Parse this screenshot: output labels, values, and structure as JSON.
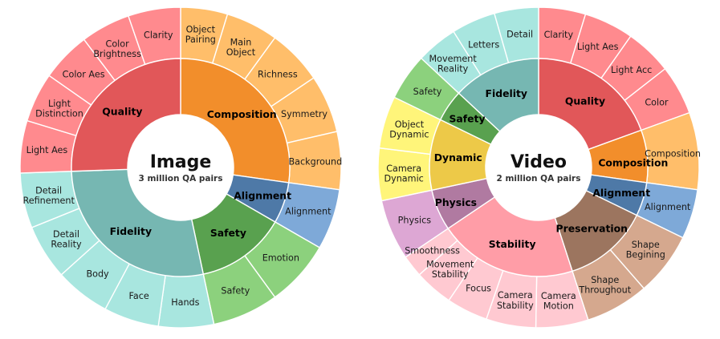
{
  "charts": [
    {
      "id": "image",
      "title": "Image",
      "subtitle": "3 million QA pairs",
      "inner": [
        {
          "label": "Composition",
          "color": "#F28E2B",
          "start": 0,
          "end": 98
        },
        {
          "label": "Alignment",
          "color": "#4E79A7",
          "start": 98,
          "end": 120
        },
        {
          "label": "Safety",
          "color": "#59A14F",
          "start": 120,
          "end": 168
        },
        {
          "label": "Fidelity",
          "color": "#76B7B2",
          "start": 168,
          "end": 268
        },
        {
          "label": "Quality",
          "color": "#E15759",
          "start": 268,
          "end": 360
        }
      ],
      "outer": [
        {
          "label": "Object\nPairing",
          "color": "#FFBE6A",
          "start": 0,
          "end": 17
        },
        {
          "label": "Main\nObject",
          "color": "#FFBE6A",
          "start": 17,
          "end": 36
        },
        {
          "label": "Richness",
          "color": "#FFBE6A",
          "start": 36,
          "end": 56
        },
        {
          "label": "Symmetry",
          "color": "#FFBE6A",
          "start": 56,
          "end": 77
        },
        {
          "label": "Background",
          "color": "#FFBE6A",
          "start": 77,
          "end": 98
        },
        {
          "label": "Alignment",
          "color": "#7EA9D8",
          "start": 98,
          "end": 120
        },
        {
          "label": "Emotion",
          "color": "#8CD17D",
          "start": 120,
          "end": 144
        },
        {
          "label": "Safety",
          "color": "#8CD17D",
          "start": 144,
          "end": 168
        },
        {
          "label": "Hands",
          "color": "#A8E6DF",
          "start": 168,
          "end": 188
        },
        {
          "label": "Face",
          "color": "#A8E6DF",
          "start": 188,
          "end": 208
        },
        {
          "label": "Body",
          "color": "#A8E6DF",
          "start": 208,
          "end": 228
        },
        {
          "label": "Detail\nReality",
          "color": "#A8E6DF",
          "start": 228,
          "end": 248
        },
        {
          "label": "Detail\nRefinement",
          "color": "#A8E6DF",
          "start": 248,
          "end": 268
        },
        {
          "label": "Light Aes",
          "color": "#FF8A8E",
          "start": 268,
          "end": 287
        },
        {
          "label": "Light\nDistinction",
          "color": "#FF8A8E",
          "start": 287,
          "end": 305
        },
        {
          "label": "Color Aes",
          "color": "#FF8A8E",
          "start": 305,
          "end": 323
        },
        {
          "label": "Color\nBrightness",
          "color": "#FF8A8E",
          "start": 323,
          "end": 341
        },
        {
          "label": "Clarity",
          "color": "#FF8A8E",
          "start": 341,
          "end": 360
        }
      ]
    },
    {
      "id": "video",
      "title": "Video",
      "subtitle": "2 million QA pairs",
      "inner": [
        {
          "label": "Quality",
          "color": "#E15759",
          "start": 0,
          "end": 70
        },
        {
          "label": "Composition",
          "color": "#F28E2B",
          "start": 70,
          "end": 98
        },
        {
          "label": "Alignment",
          "color": "#4E79A7",
          "start": 98,
          "end": 116
        },
        {
          "label": "Preservation",
          "color": "#9C755F",
          "start": 116,
          "end": 162
        },
        {
          "label": "Stability",
          "color": "#FF9DA7",
          "start": 162,
          "end": 236
        },
        {
          "label": "Physics",
          "color": "#B07AA1",
          "start": 236,
          "end": 258
        },
        {
          "label": "Dynamic",
          "color": "#EDC948",
          "start": 258,
          "end": 296
        },
        {
          "label": "Safety",
          "color": "#59A14F",
          "start": 296,
          "end": 313
        },
        {
          "label": "Fidelity",
          "color": "#76B7B2",
          "start": 313,
          "end": 360
        }
      ],
      "outer": [
        {
          "label": "Clarity",
          "color": "#FF8A8E",
          "start": 0,
          "end": 17
        },
        {
          "label": "Light Aes",
          "color": "#FF8A8E",
          "start": 17,
          "end": 35
        },
        {
          "label": "Light Acc",
          "color": "#FF8A8E",
          "start": 35,
          "end": 52
        },
        {
          "label": "Color",
          "color": "#FF8A8E",
          "start": 52,
          "end": 70
        },
        {
          "label": "Composition",
          "color": "#FFBE6A",
          "start": 70,
          "end": 98
        },
        {
          "label": "Alignment",
          "color": "#7EA9D8",
          "start": 98,
          "end": 116
        },
        {
          "label": "Shape\nBegining",
          "color": "#D5A88E",
          "start": 116,
          "end": 139
        },
        {
          "label": "Shape\nThroughout",
          "color": "#D5A88E",
          "start": 139,
          "end": 162
        },
        {
          "label": "Camera\nMotion",
          "color": "#FFC9D1",
          "start": 162,
          "end": 181
        },
        {
          "label": "Camera\nStability",
          "color": "#FFC9D1",
          "start": 181,
          "end": 199
        },
        {
          "label": "Focus",
          "color": "#FFC9D1",
          "start": 199,
          "end": 214
        },
        {
          "label": "Movement\nStability",
          "color": "#FFC9D1",
          "start": 214,
          "end": 228
        },
        {
          "label": "Smoothness",
          "color": "#FFC9D1",
          "start": 228,
          "end": 236
        },
        {
          "label": "Physics",
          "color": "#DDA7D4",
          "start": 236,
          "end": 258
        },
        {
          "label": "Camera\nDynamic",
          "color": "#FFF57A",
          "start": 258,
          "end": 277
        },
        {
          "label": "Object\nDynamic",
          "color": "#FFF57A",
          "start": 277,
          "end": 296
        },
        {
          "label": "Safety",
          "color": "#8CD17D",
          "start": 296,
          "end": 313
        },
        {
          "label": "Movement\nReality",
          "color": "#A8E6DF",
          "start": 313,
          "end": 328
        },
        {
          "label": "Letters",
          "color": "#A8E6DF",
          "start": 328,
          "end": 344
        },
        {
          "label": "Detail",
          "color": "#A8E6DF",
          "start": 344,
          "end": 360
        }
      ]
    }
  ]
}
